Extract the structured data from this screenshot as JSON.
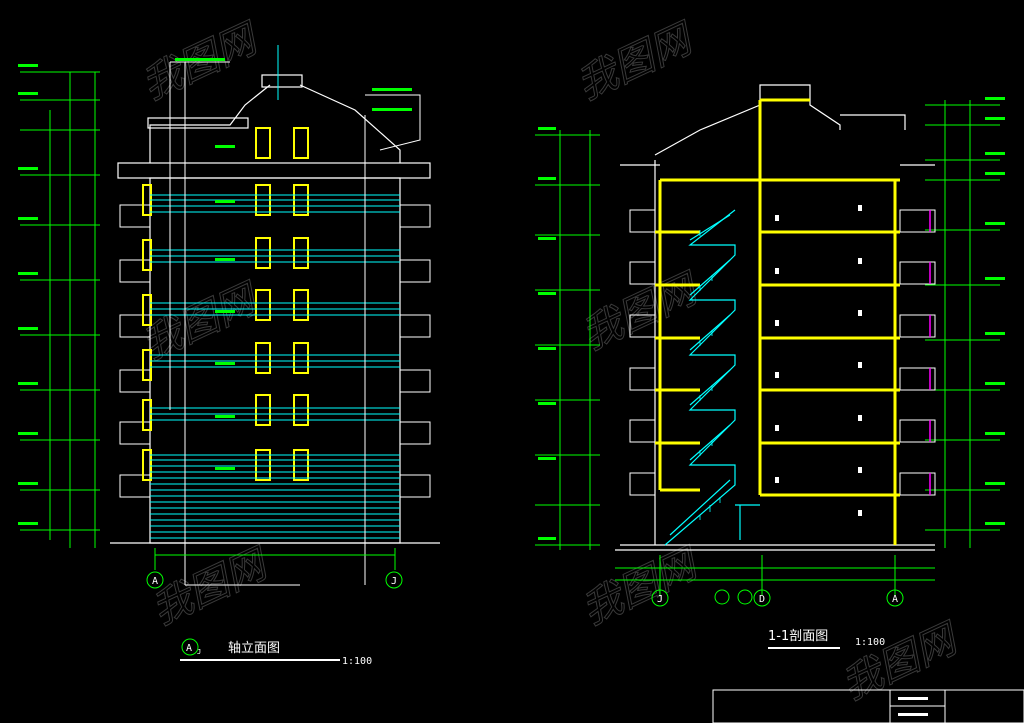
{
  "colors": {
    "white": "#ffffff",
    "green": "#00ff00",
    "yellow": "#ffff00",
    "cyan": "#00ffff",
    "magenta": "#ff00ff",
    "grey": "#888888"
  },
  "left_drawing": {
    "title_prefix": "A",
    "title_suffix": "J",
    "title": "轴立面图",
    "scale": "1:100",
    "axis_labels": [
      "A",
      "J"
    ]
  },
  "right_drawing": {
    "title": "1-1剖面图",
    "scale": "1:100",
    "axis_labels": [
      "J",
      "D",
      "A"
    ]
  },
  "watermark": "我图网"
}
